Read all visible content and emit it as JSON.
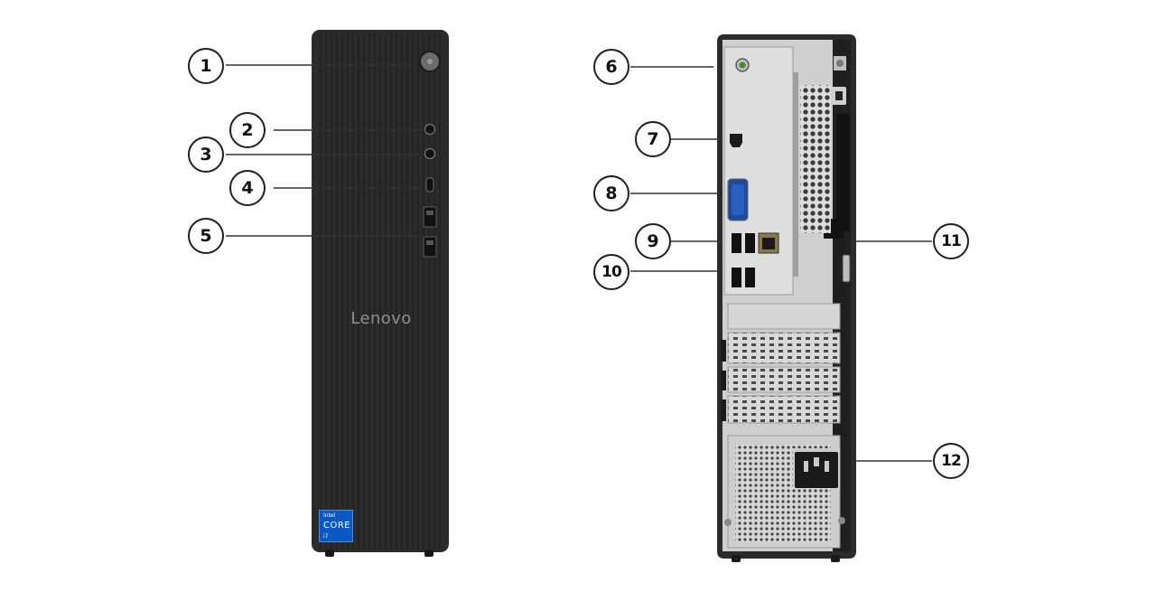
{
  "callouts": [
    {
      "id": 1,
      "label": "1"
    },
    {
      "id": 2,
      "label": "2"
    },
    {
      "id": 3,
      "label": "3"
    },
    {
      "id": 4,
      "label": "4"
    },
    {
      "id": 5,
      "label": "5"
    },
    {
      "id": 6,
      "label": "6"
    },
    {
      "id": 7,
      "label": "7"
    },
    {
      "id": 8,
      "label": "8"
    },
    {
      "id": 9,
      "label": "9"
    },
    {
      "id": 10,
      "label": "10"
    },
    {
      "id": 11,
      "label": "11"
    },
    {
      "id": 12,
      "label": "12"
    }
  ],
  "front": {
    "brand": "Lenovo",
    "badge": {
      "line1": "intel",
      "line2": "CORE",
      "line3": "i7"
    }
  },
  "colors": {
    "chassis": "#2b2b2b",
    "panel": "#d9d9d9",
    "callout_border": "#1f1f1f",
    "badge": "#0a58c4"
  }
}
